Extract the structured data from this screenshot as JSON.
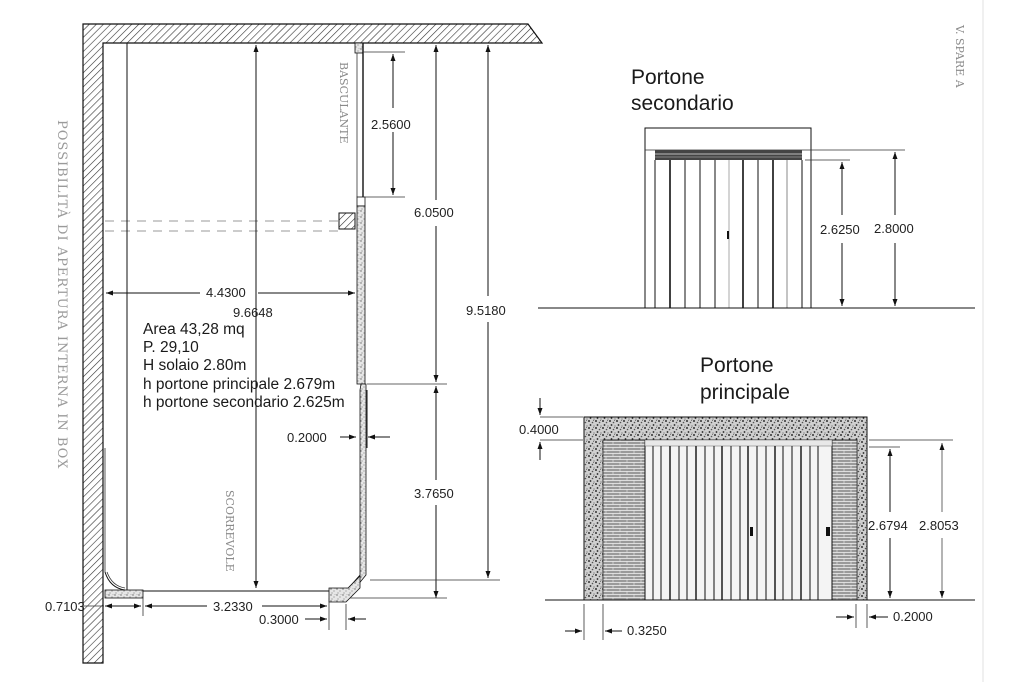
{
  "plan": {
    "side_note": "POSSIBILITÀ DI APERTURA INTERNA IN BOX",
    "label_top_door": "BASCULANTE",
    "label_bottom_door": "SCORREVOLE",
    "dimensions": {
      "top_door_opening": "2.5600",
      "right_segment_top": "6.0500",
      "total_depth_outer": "9.5180",
      "inner_depth": "9.6648",
      "inner_width": "4.4300",
      "wall_thickness": "0.2000",
      "right_segment_bottom": "3.7650",
      "bottom_left_offset": "0.7103",
      "bottom_opening": "3.2330",
      "bottom_jamb": "0.3000"
    },
    "notes": [
      "Area 43,28 mq",
      "P. 29,10",
      "H solaio 2.80m",
      "h portone principale 2.679m",
      "h portone secondario 2.625m"
    ]
  },
  "portone_secondario": {
    "title_line1": "Portone",
    "title_line2": "secondario",
    "door_height": "2.6250",
    "total_height": "2.8000"
  },
  "portone_principale": {
    "title_line1": "Portone",
    "title_line2": "principale",
    "lintel_height": "0.4000",
    "door_height": "2.6794",
    "total_height": "2.8053",
    "left_pier": "0.3250",
    "right_pier": "0.2000"
  },
  "corner_note": "V. SPARE A",
  "colors": {
    "line": "#111111",
    "hatch": "#333333",
    "concrete": "#9a9a9a",
    "brick": "#555555",
    "paper": "#ffffff"
  }
}
